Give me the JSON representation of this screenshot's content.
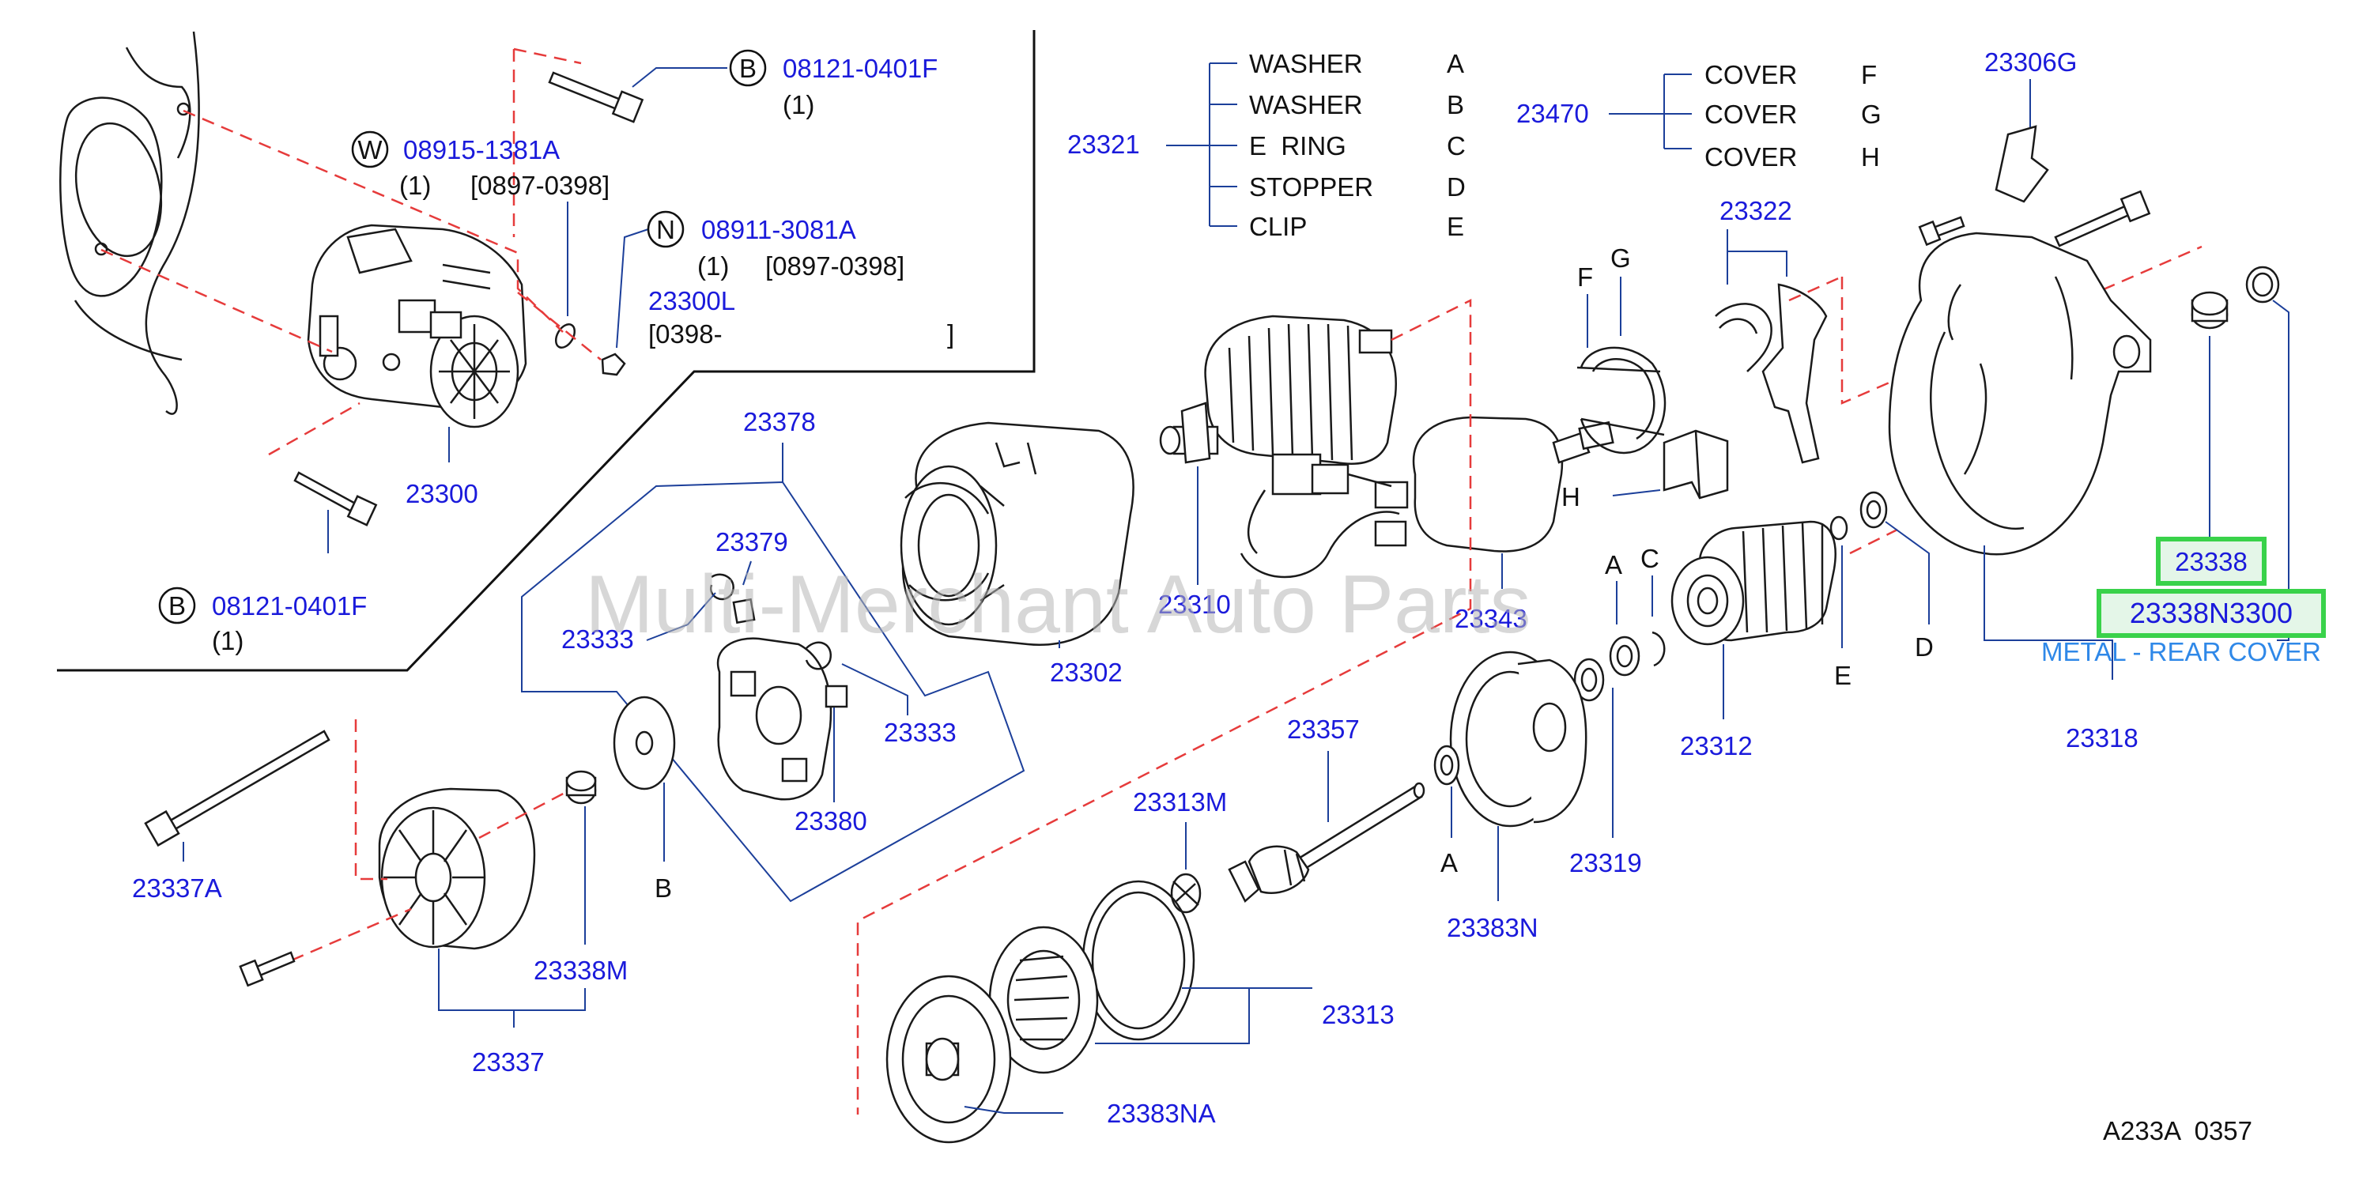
{
  "diagram_code": "A233A  0357",
  "watermark": "Multi-Merchant Auto Parts",
  "callouts": {
    "b_top": {
      "letter": "B",
      "number": "08121-0401F",
      "qty": "(1)"
    },
    "w": {
      "letter": "W",
      "number": "08915-1381A",
      "qty": "(1)",
      "range": "[0897-0398]"
    },
    "n": {
      "letter": "N",
      "number": "08911-3081A",
      "qty": "(1)",
      "range": "[0897-0398]"
    },
    "l": {
      "number": "23300L",
      "range": "[0398-",
      "range_close": "]"
    },
    "b_bottom": {
      "letter": "B",
      "number": "08121-0401F",
      "qty": "(1)"
    }
  },
  "group_23321": {
    "number": "23321",
    "items": [
      {
        "name": "WASHER",
        "letter": "A"
      },
      {
        "name": "WASHER",
        "letter": "B"
      },
      {
        "name": "E  RING",
        "letter": "C"
      },
      {
        "name": "STOPPER",
        "letter": "D"
      },
      {
        "name": "CLIP",
        "letter": "E"
      }
    ]
  },
  "group_23470": {
    "number": "23470",
    "items": [
      {
        "name": "COVER",
        "letter": "F"
      },
      {
        "name": "COVER",
        "letter": "G"
      },
      {
        "name": "COVER",
        "letter": "H"
      }
    ]
  },
  "parts": {
    "p23306G": "23306G",
    "p23322": "23322",
    "p23378": "23378",
    "p23379": "23379",
    "p23333a": "23333",
    "p23333b": "23333",
    "p23380": "23380",
    "p23302": "23302",
    "p23310": "23310",
    "p23343": "23343",
    "p23300": "23300",
    "p23312": "23312",
    "p23318": "23318",
    "p23357": "23357",
    "p23313M": "23313M",
    "p23319": "23319",
    "p23383N": "23383N",
    "p23313": "23313",
    "p23383NA": "23383NA",
    "p23337A": "23337A",
    "p23338M": "23338M",
    "p23337": "23337"
  },
  "letters": {
    "F": "F",
    "G": "G",
    "H": "H",
    "A1": "A",
    "C": "C",
    "E": "E",
    "D": "D",
    "A2": "A",
    "B": "B"
  },
  "highlighted": {
    "p23338": "23338",
    "p23338N3300": "23338N3300",
    "description": "METAL - REAR COVER"
  }
}
